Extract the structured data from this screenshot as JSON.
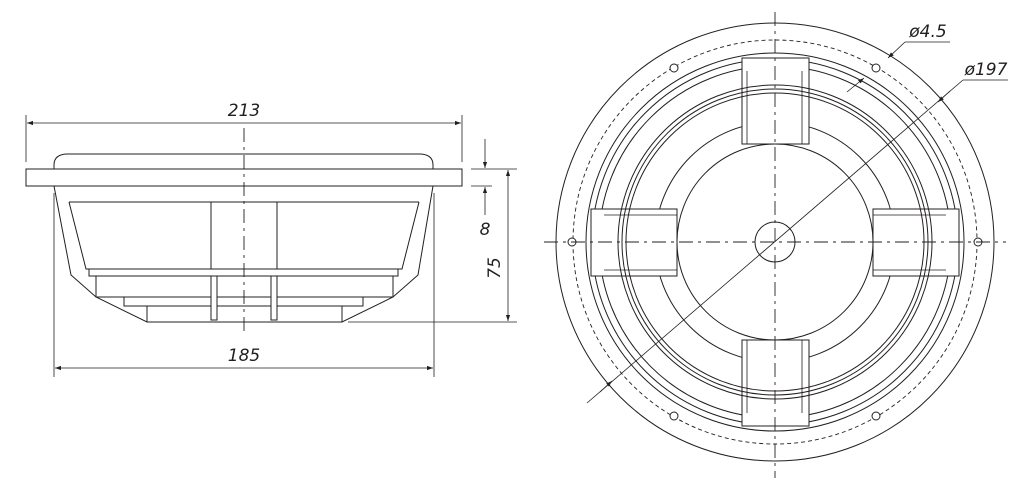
{
  "side_view": {
    "dimensions": {
      "flange_width": "213",
      "basket_width": "185",
      "flange_thickness": "8",
      "depth": "75"
    }
  },
  "front_view": {
    "dimensions": {
      "hole_diameter": "ø4.5",
      "mount_diameter": "ø197"
    }
  },
  "colors": {
    "line": "#231f20",
    "background": "#ffffff"
  }
}
